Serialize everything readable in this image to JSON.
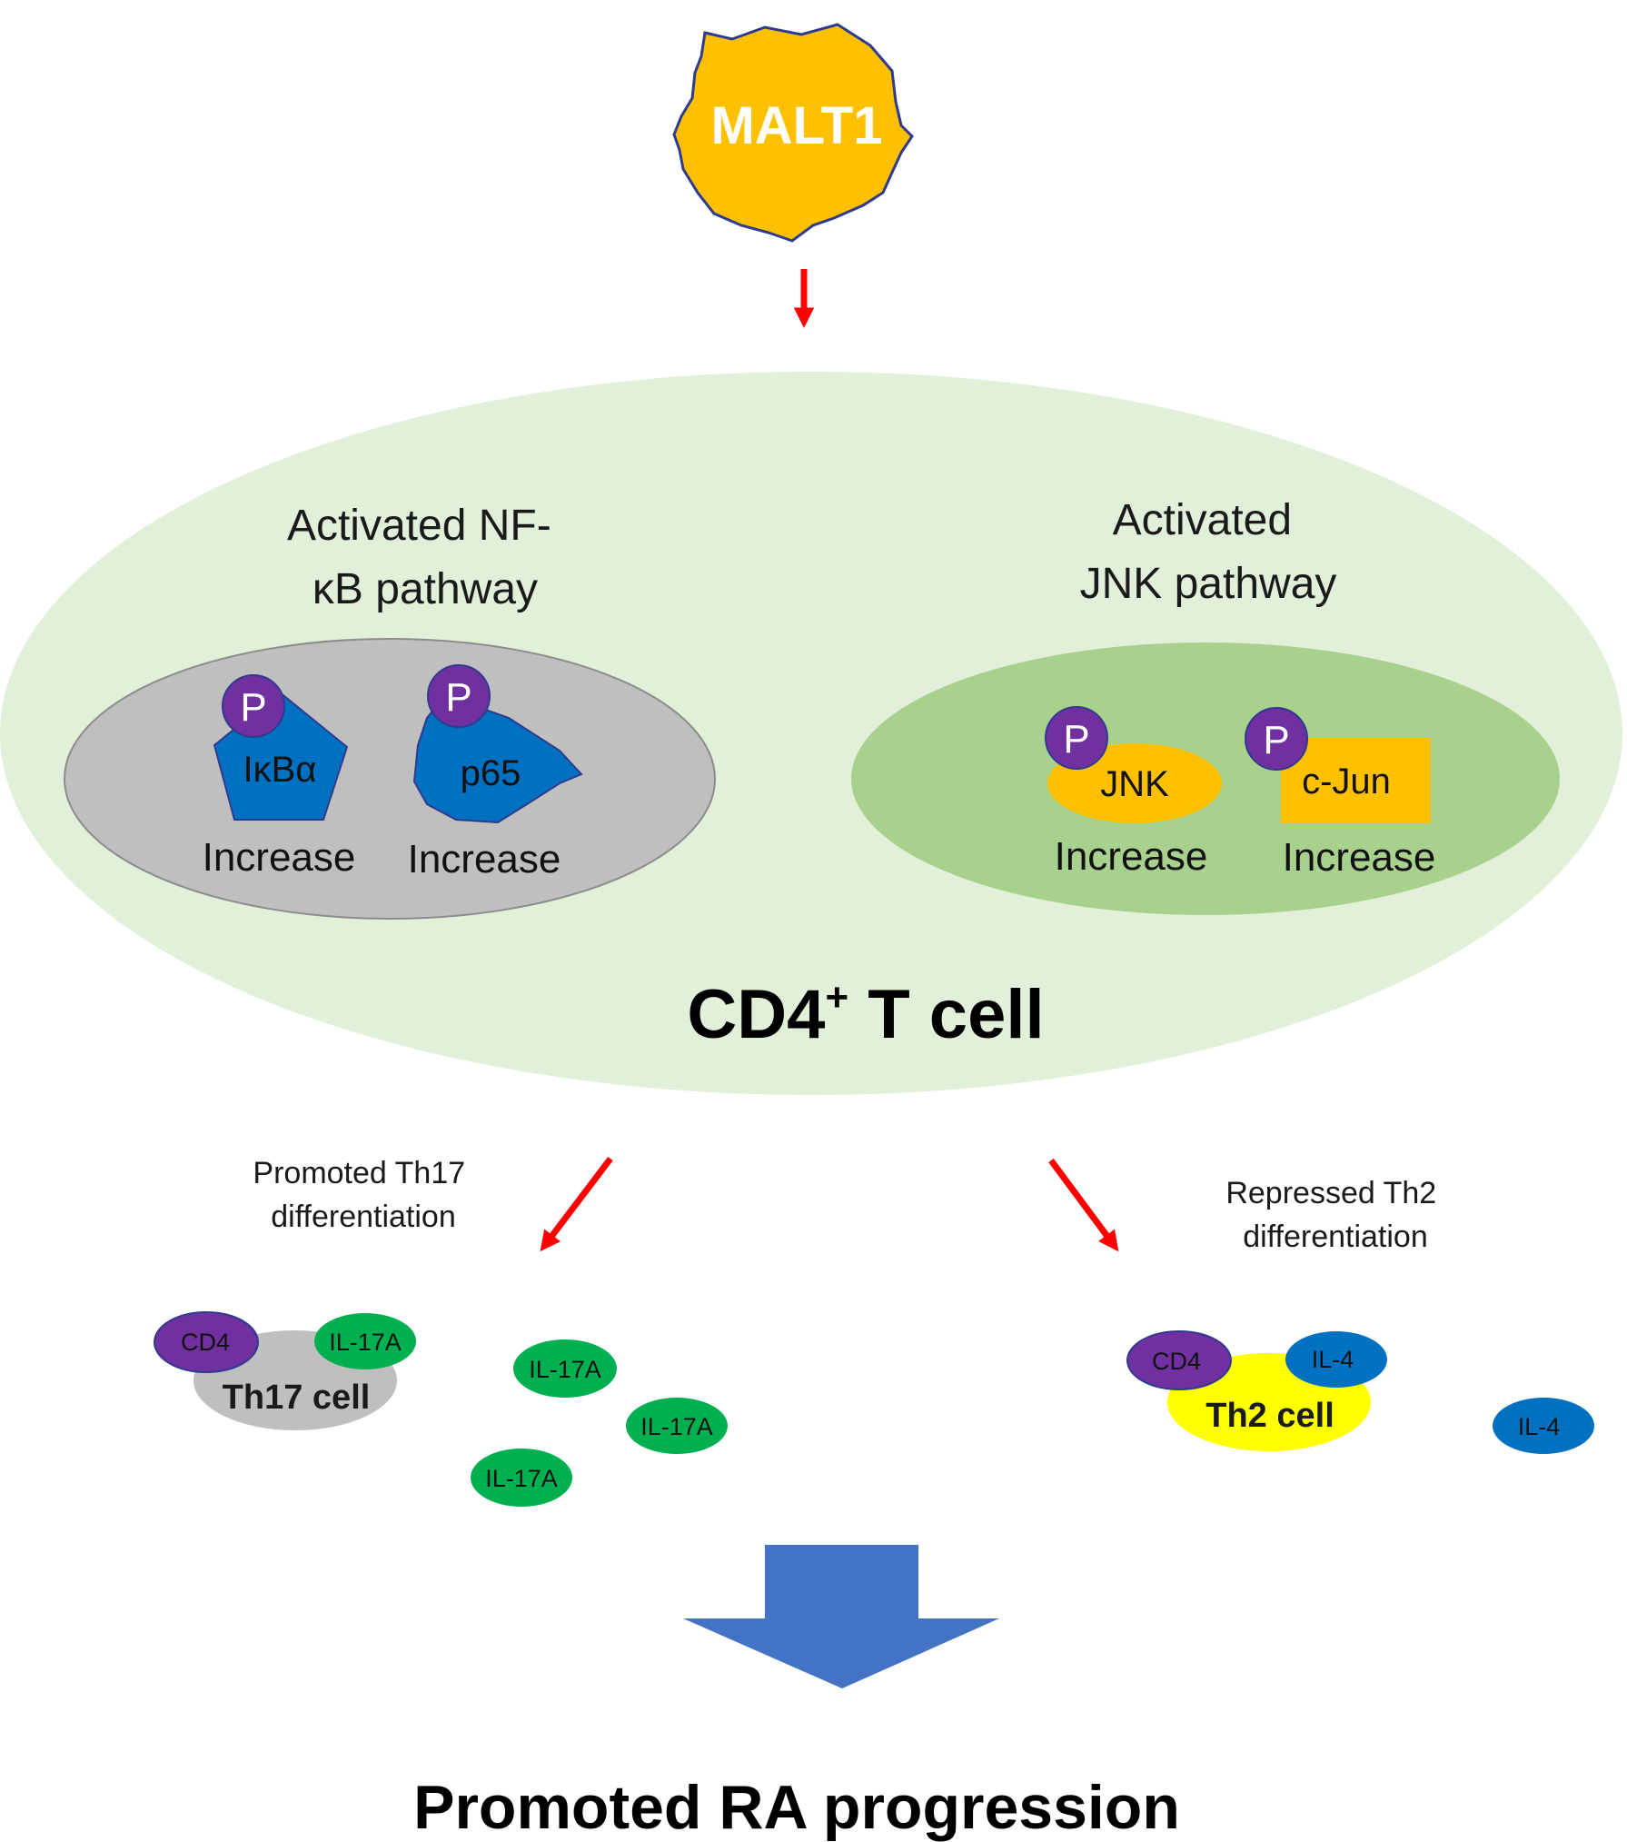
{
  "malt1": {
    "label": "MALT1",
    "fill_color": "#FFC000",
    "outline_color": "#2F3A8F"
  },
  "cd4_cell": {
    "label_main": "CD4",
    "label_superscript": "+",
    "label_suffix": " T cell",
    "fill_color": "#E2F0D9"
  },
  "nfkb_pathway": {
    "title_line1": "Activated NF-",
    "title_line2": "κB pathway",
    "zone_color": "#BFBFBF",
    "proteins": [
      {
        "label": "IκBα",
        "phospho": "P",
        "change": "Increase",
        "color": "#0070C0"
      },
      {
        "label": "p65",
        "phospho": "P",
        "change": "Increase",
        "color": "#0070C0"
      }
    ]
  },
  "jnk_pathway": {
    "title_line1": "Activated",
    "title_line2": "JNK pathway",
    "zone_color": "#A9D18E",
    "proteins": [
      {
        "label": "JNK",
        "phospho": "P",
        "change": "Increase",
        "color": "#FFC000"
      },
      {
        "label": "c-Jun",
        "phospho": "P",
        "change": "Increase",
        "color": "#FFC000"
      }
    ]
  },
  "phospho_color": "#7030A0",
  "arrow_color": "#FF0000",
  "th17": {
    "caption_line1": "Promoted Th17",
    "caption_line2": "differentiation",
    "cell_label": "Th17 cell",
    "cell_color": "#BFBFBF",
    "cd4_label": "CD4",
    "cytokine_label": "IL-17A",
    "cytokine_color": "#00B050",
    "free_cytokines": [
      "IL-17A",
      "IL-17A",
      "IL-17A"
    ]
  },
  "th2": {
    "caption_line1": "Repressed Th2",
    "caption_line2": "differentiation",
    "cell_label": "Th2 cell",
    "cell_color": "#FFFF00",
    "cd4_label": "CD4",
    "cytokine_label": "IL-4",
    "cytokine_color": "#0070C0",
    "free_cytokines": [
      "IL-4"
    ]
  },
  "outcome": {
    "label": "Promoted RA progression",
    "arrow_color": "#4472C4"
  }
}
